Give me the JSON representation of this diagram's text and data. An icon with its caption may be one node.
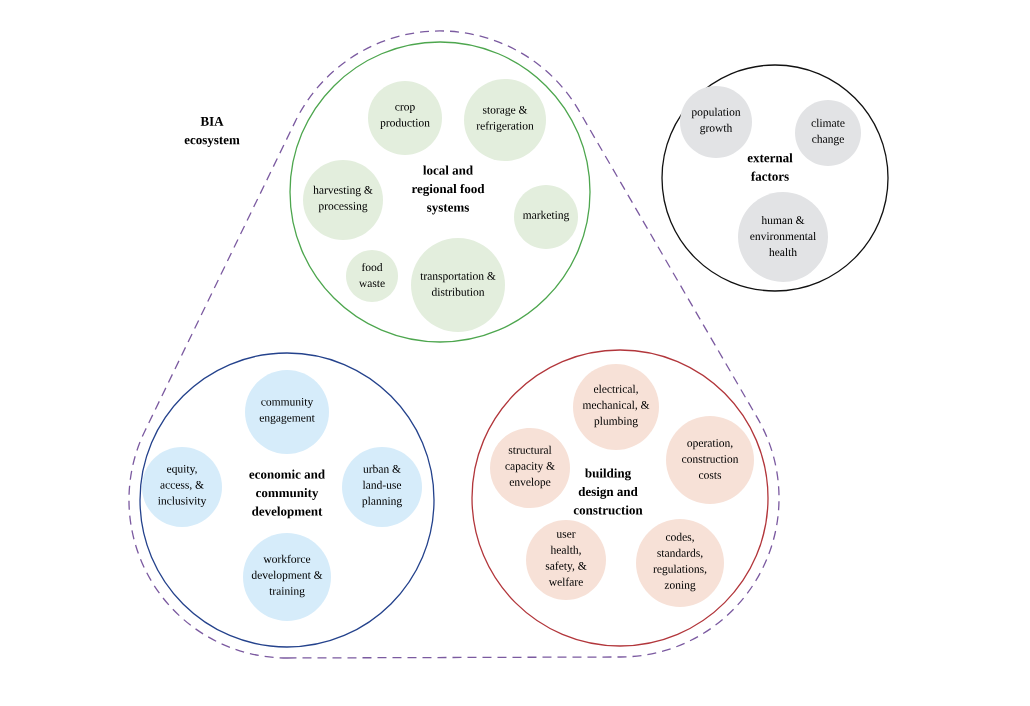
{
  "diagram": {
    "nodes": [
      {
        "text": [
          "BIA ecosystem"
        ]
      },
      {
        "text": [
          "local and regional food systems"
        ],
        "in": 0
      },
      {
        "text": [
          "crop production"
        ],
        "in": 1
      },
      {
        "text": [
          "storage & refrigeration"
        ],
        "in": 1
      },
      {
        "text": [
          "harvesting & processing"
        ],
        "in": 1
      },
      {
        "text": [
          "marketing"
        ],
        "in": 1
      },
      {
        "text": [
          "food waste"
        ],
        "in": 1
      },
      {
        "text": [
          "transportation & distribution"
        ],
        "in": 1
      },
      {
        "text": [
          "economic and community development"
        ],
        "in": 0
      },
      {
        "text": [
          "community engagement"
        ],
        "in": 8
      },
      {
        "text": [
          "equity, access, & inclusivity"
        ],
        "in": 8
      },
      {
        "text": [
          "urban & land-use planning"
        ],
        "in": 8
      },
      {
        "text": [
          "workforce development & training"
        ],
        "in": 8
      },
      {
        "text": [
          "building design and construction"
        ],
        "in": 0
      },
      {
        "text": [
          "electrical, mechanical, & plumbing"
        ],
        "in": 13
      },
      {
        "text": [
          "structural capacity & envelope"
        ],
        "in": 13
      },
      {
        "text": [
          "operation, construction costs"
        ],
        "in": 13
      },
      {
        "text": [
          "user health, safety, & welfare"
        ],
        "in": 13
      },
      {
        "text": [
          "codes, standards, regulations, zoning"
        ],
        "in": 13
      },
      {
        "text": [
          "external factors"
        ]
      },
      {
        "text": [
          "population growth"
        ],
        "in": 19
      },
      {
        "text": [
          "climate change"
        ],
        "in": 19
      },
      {
        "text": [
          "human & environmental health"
        ],
        "in": 19
      }
    ]
  }
}
